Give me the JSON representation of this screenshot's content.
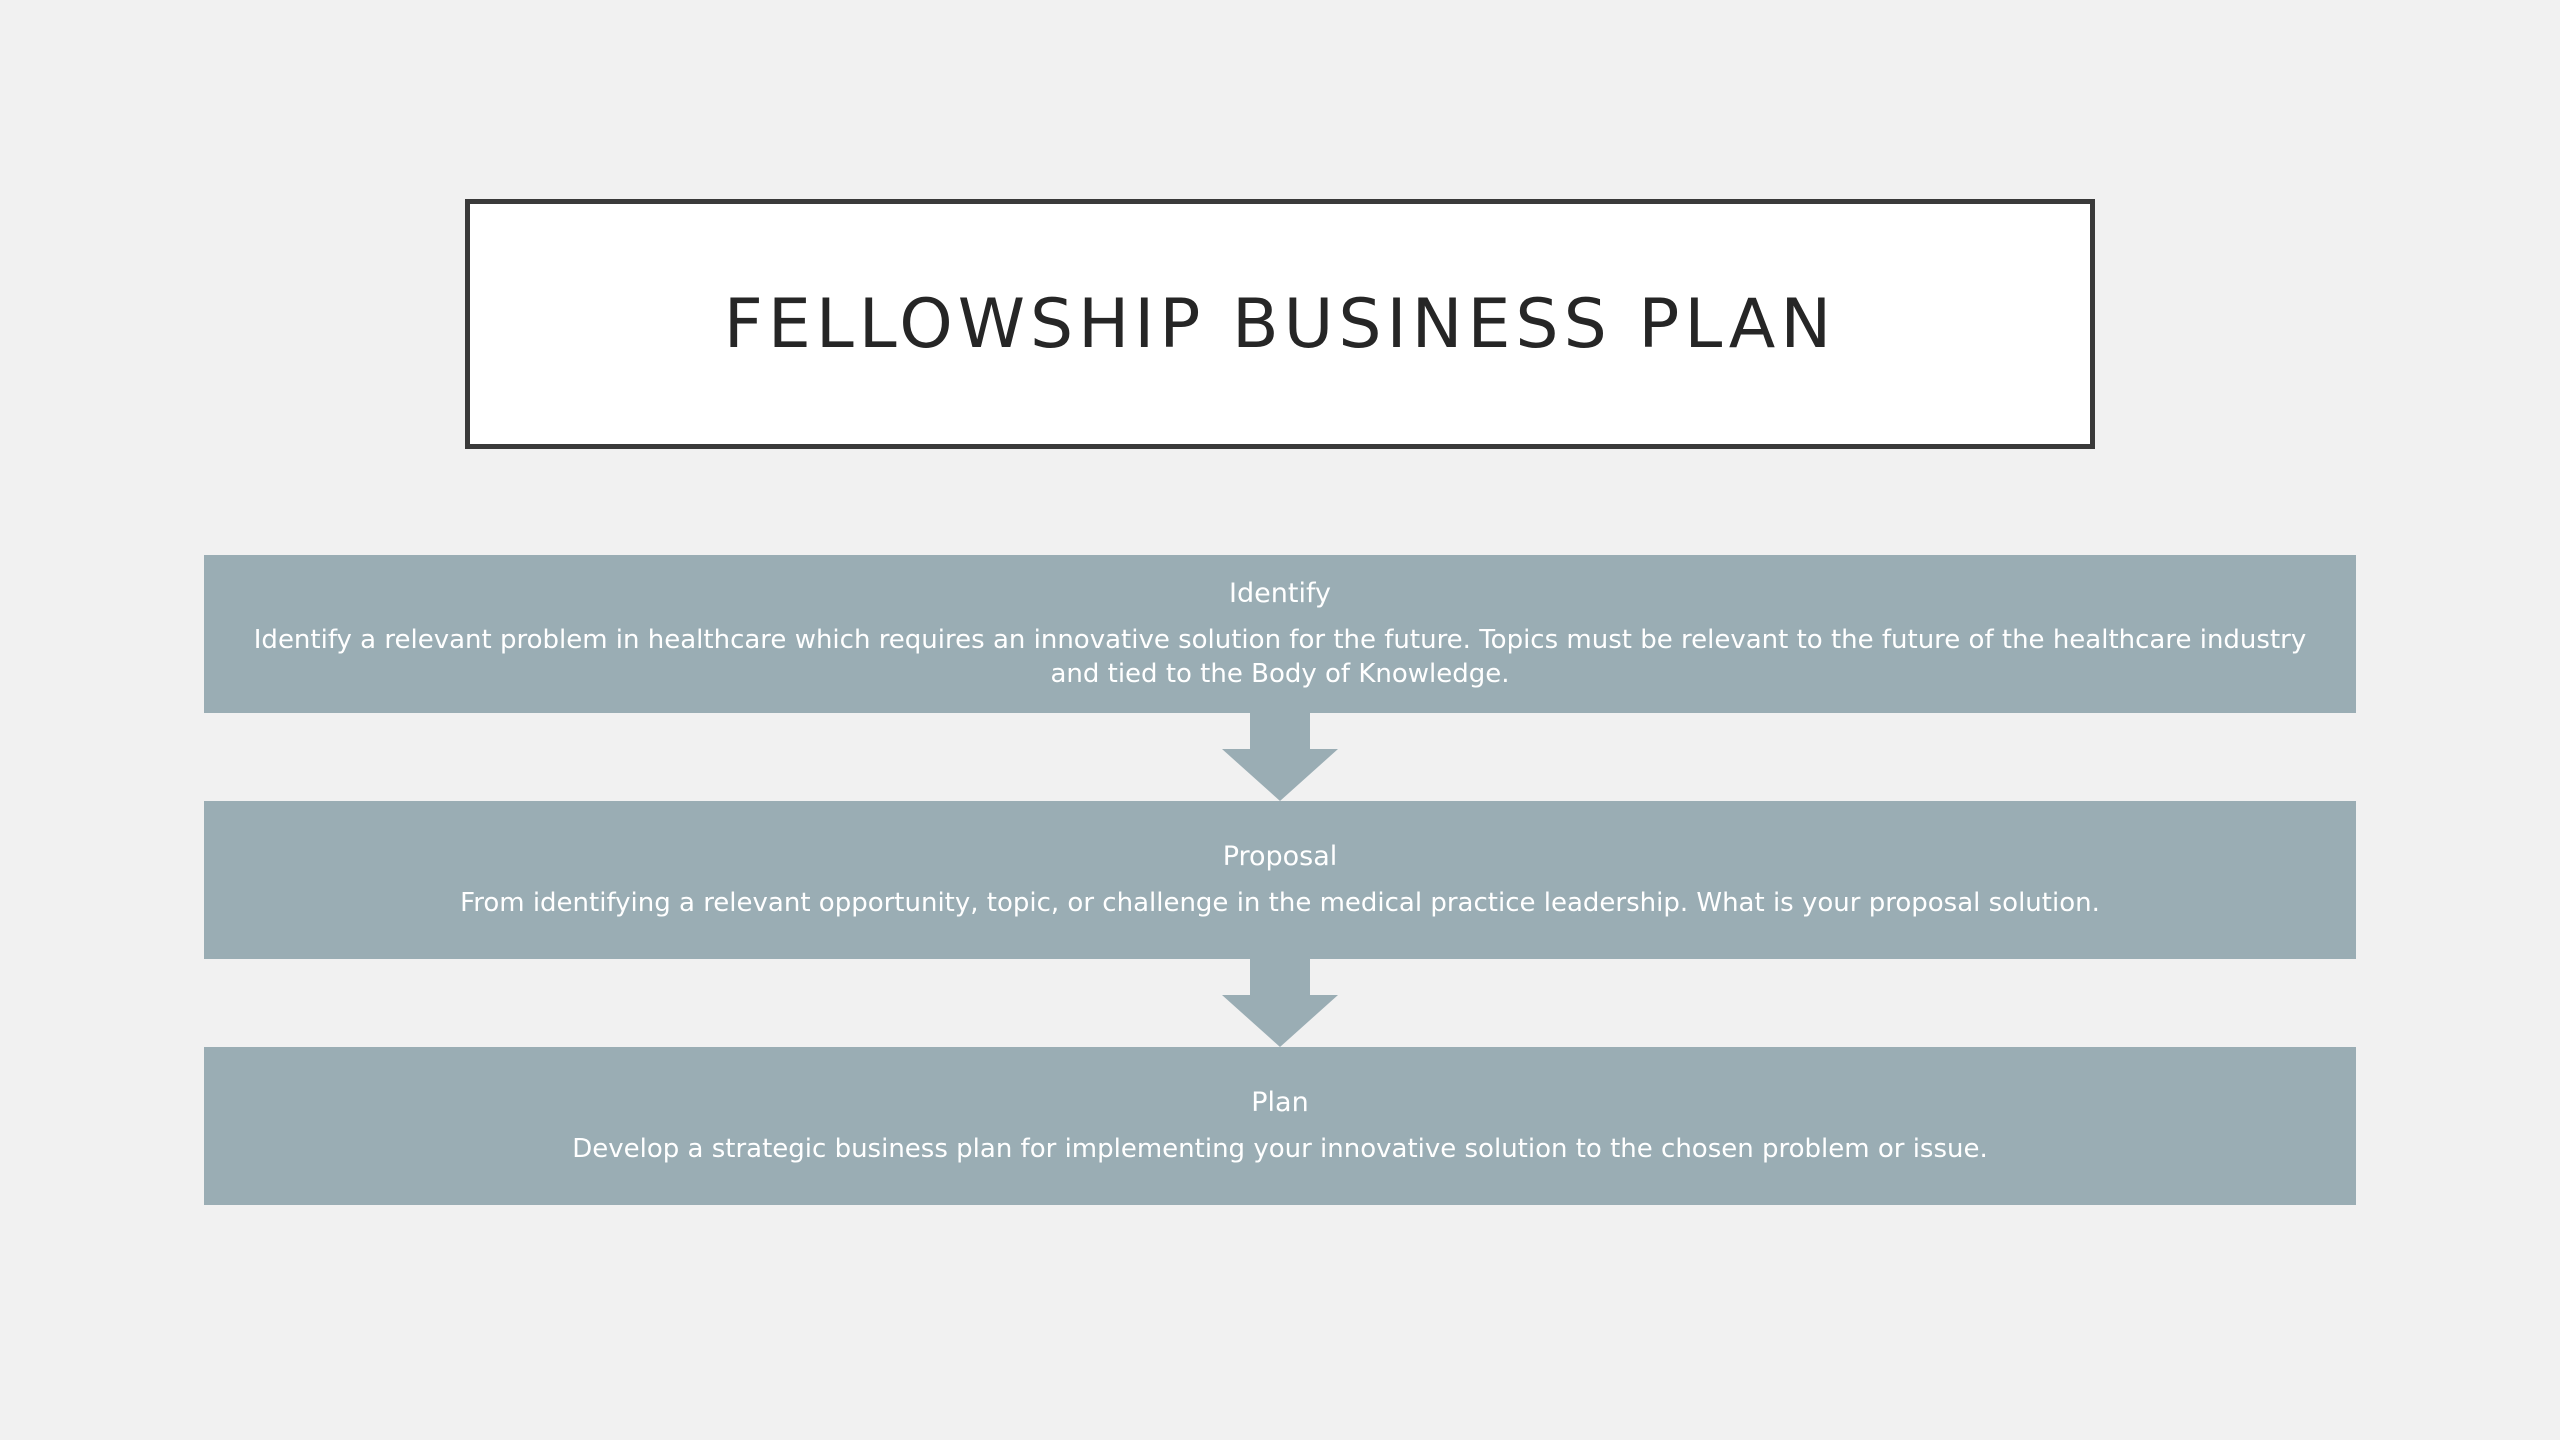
{
  "slide": {
    "title": "FELLOWSHIP BUSINESS PLAN"
  },
  "steps": [
    {
      "heading": "Identify",
      "description": "Identify a relevant problem in healthcare which requires an innovative solution for the future. Topics must be relevant to the future of the healthcare industry and tied to the Body of Knowledge."
    },
    {
      "heading": "Proposal",
      "description": "From identifying a relevant opportunity, topic, or challenge in the medical practice leadership. What is your proposal solution."
    },
    {
      "heading": "Plan",
      "description": "Develop a strategic business plan for implementing your innovative solution to the chosen problem or issue."
    }
  ],
  "colors": {
    "background": "#f1f1f1",
    "step_fill": "#9aadb4",
    "title_border": "#3a3a3a",
    "text_light": "#ffffff"
  },
  "icons": {
    "connector": "down-arrow-icon"
  }
}
